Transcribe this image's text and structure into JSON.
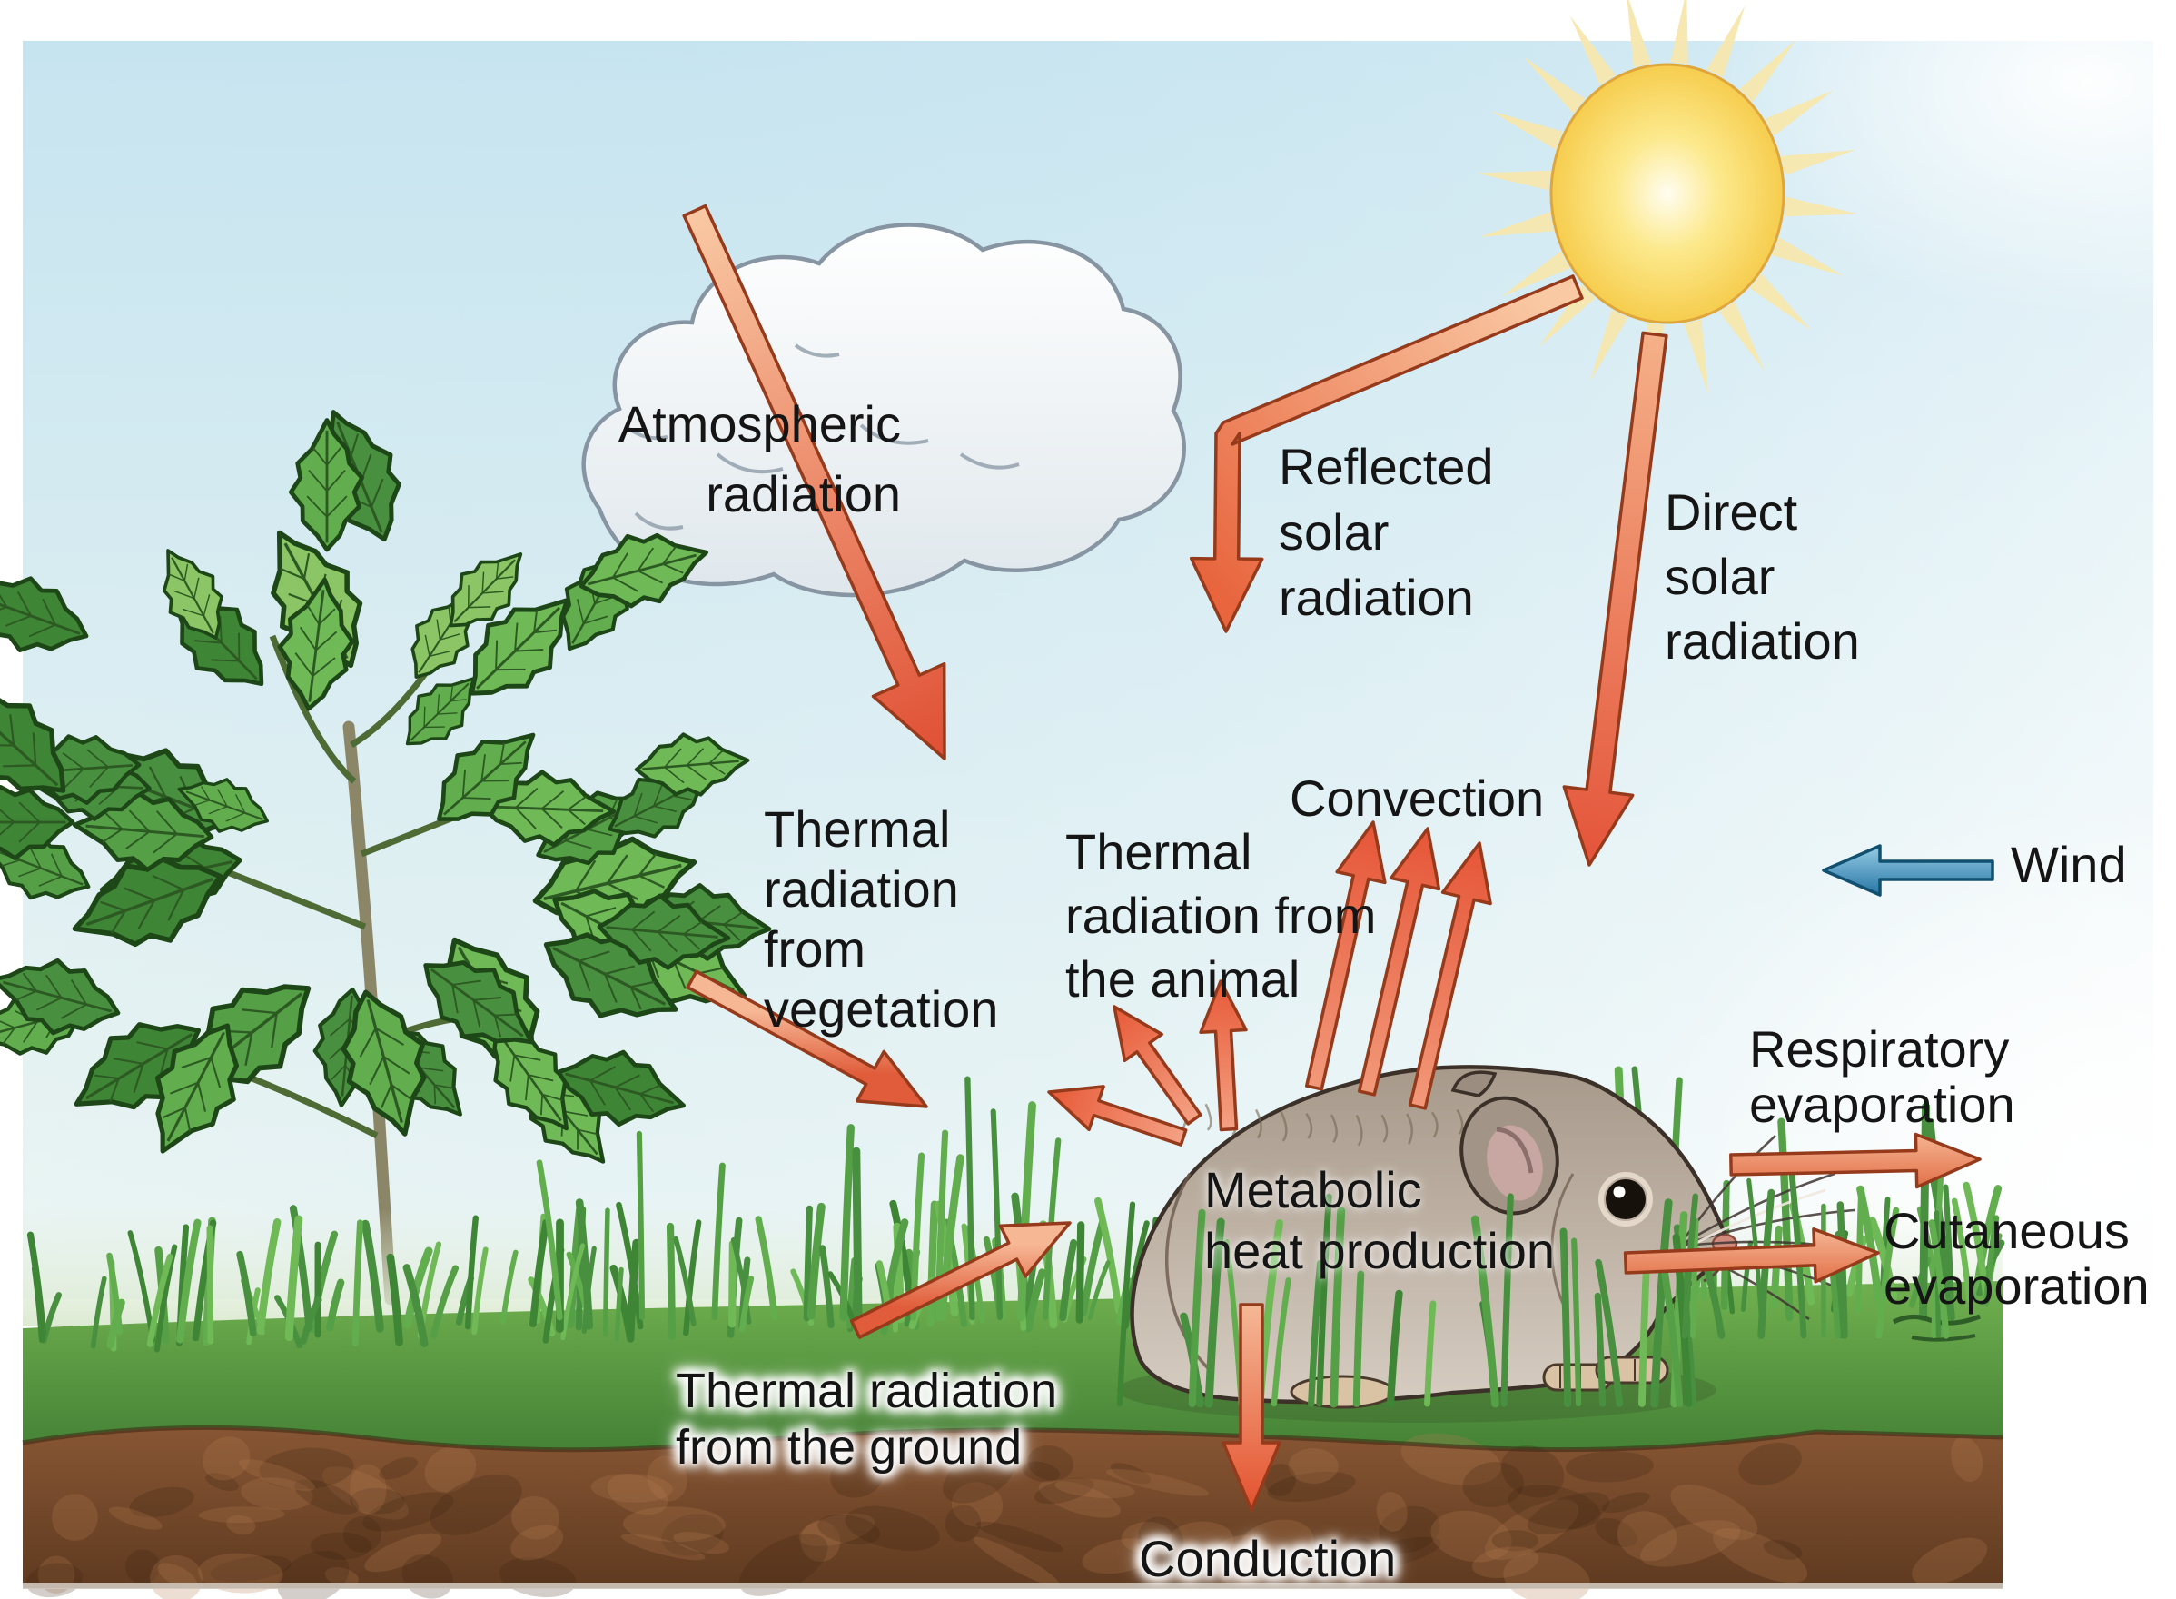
{
  "figure": {
    "type": "ecology-heat-exchange-diagram",
    "labels": {
      "atmospheric_radiation": "Atmospheric\nradiation",
      "reflected_solar": "Reflected\nsolar\nradiation",
      "direct_solar": "Direct\nsolar\nradiation",
      "convection": "Convection",
      "wind": "Wind",
      "thermal_vegetation": "Thermal\nradiation\nfrom\nvegetation",
      "thermal_animal": "Thermal\nradiation from\nthe animal",
      "respiratory": "Respiratory\nevaporation",
      "cutaneous": "Cutaneous\nevaporation",
      "metabolic": "Metabolic\nheat production",
      "thermal_ground": "Thermal radiation\nfrom the ground",
      "conduction": "Conduction"
    },
    "scene_elements": [
      "sun",
      "cloud",
      "tomato-plant",
      "grass",
      "soil",
      "rodent",
      "heat-arrows",
      "wind-arrow"
    ],
    "colors": {
      "sky": "#c8e5f0",
      "heat_arrow_light": "#f9c9a4",
      "heat_arrow_dark": "#e4583a",
      "heat_arrow_outline": "#963a1c",
      "wind_arrow_light": "#9ed3ea",
      "wind_arrow_dark": "#1f6fa0",
      "sun_core": "#fffdf0",
      "sun_edge": "#f6cd4e",
      "grass": "#55a046",
      "soil": "#7a4a2b",
      "text": "#151515"
    }
  }
}
